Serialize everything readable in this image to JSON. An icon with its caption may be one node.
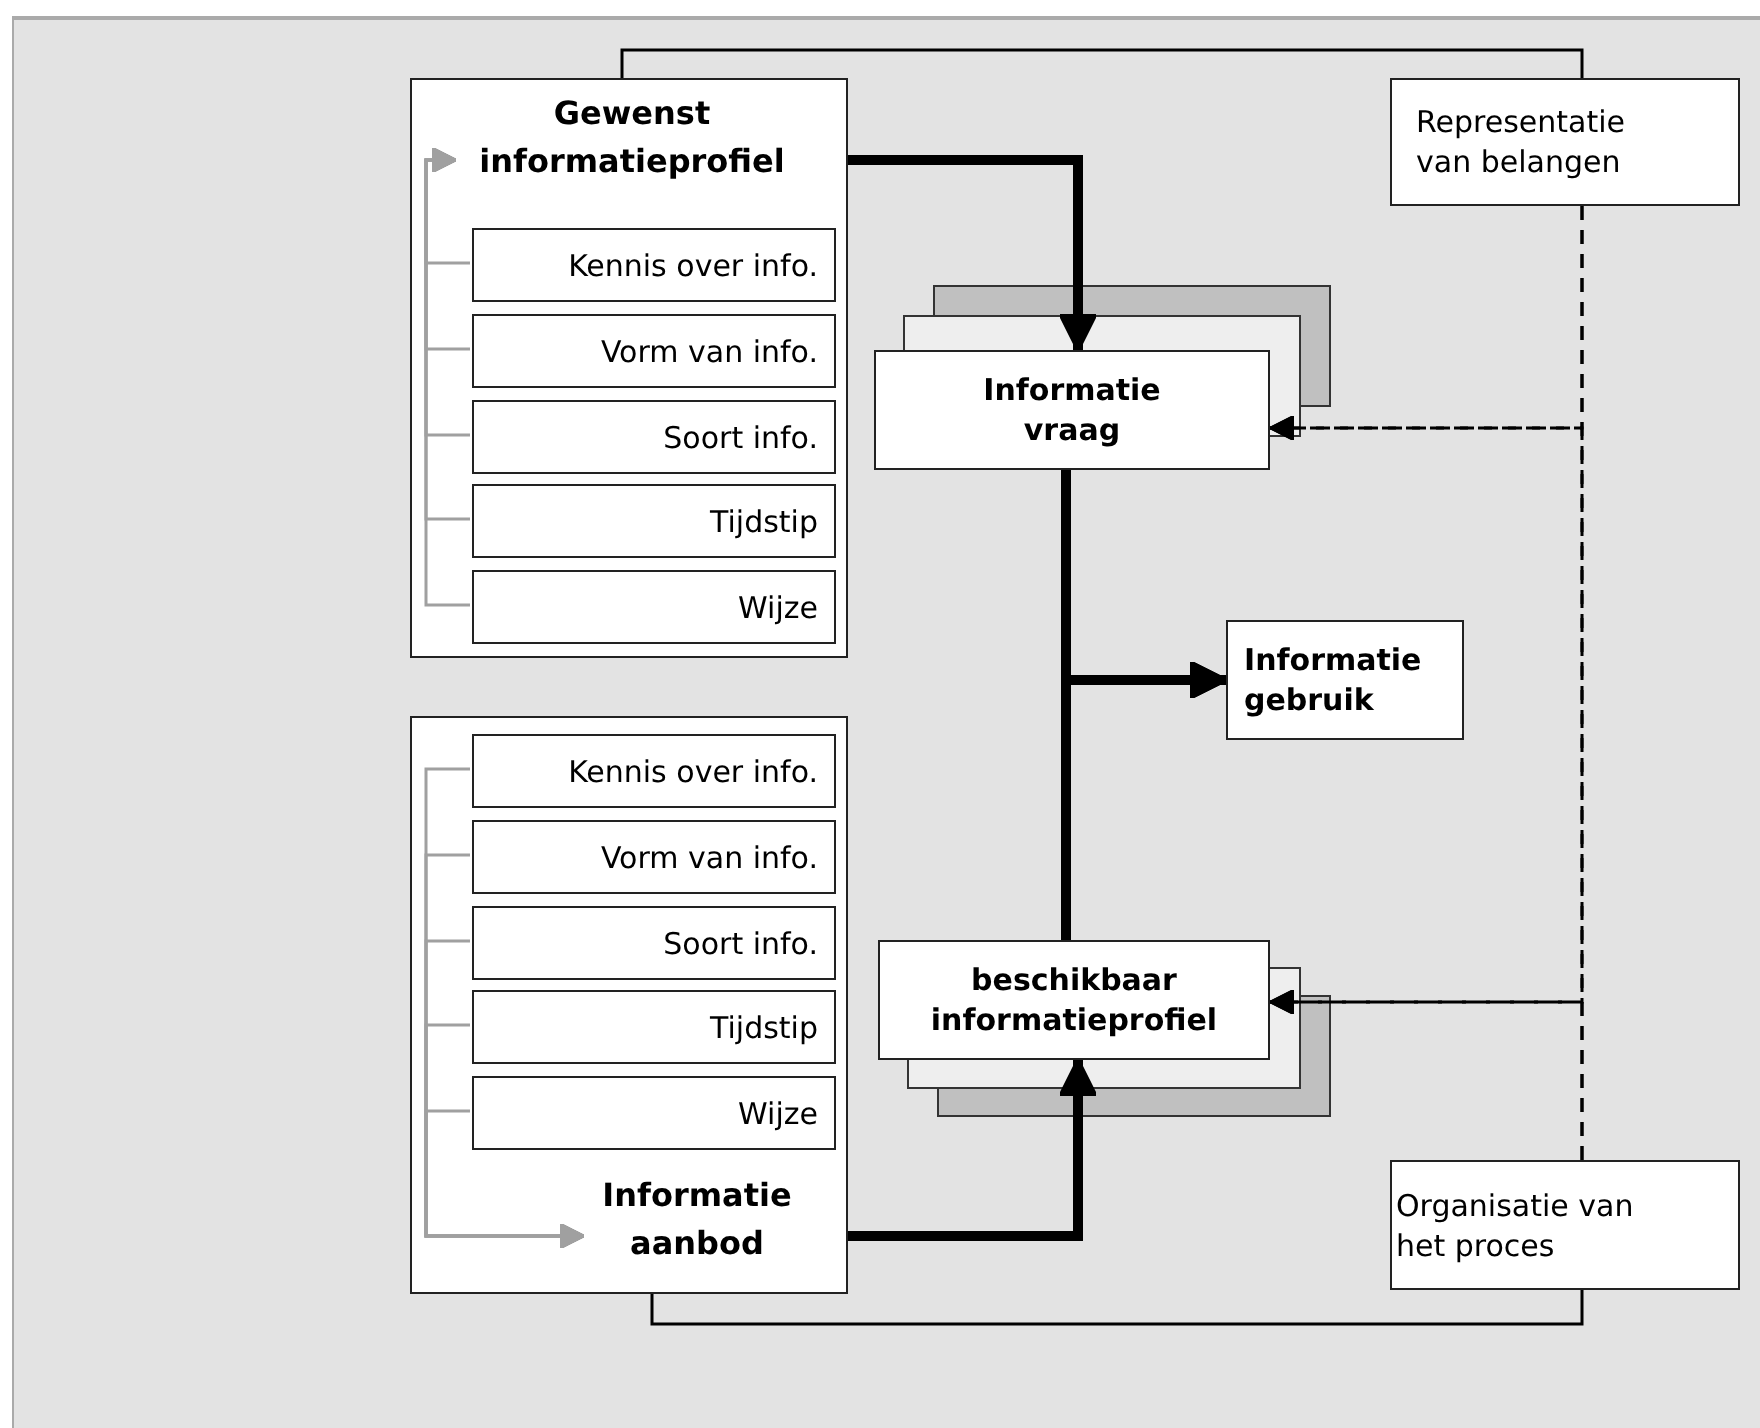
{
  "diagram": {
    "nodes": [
      {
        "text": [
          "Gewenst informatieprofiel"
        ]
      },
      {
        "text": [
          "Kennis over info."
        ],
        "in": 0
      },
      {
        "text": [
          "Vorm van info."
        ],
        "in": 0
      },
      {
        "text": [
          "Soort info."
        ],
        "in": 0
      },
      {
        "text": [
          "Tijdstip"
        ],
        "in": 0
      },
      {
        "text": [
          "Wijze"
        ],
        "in": 0
      },
      {
        "text": [
          "Informatie vraag"
        ]
      },
      {
        "text": [
          "Informatie gebruik"
        ]
      },
      {
        "text": [
          "Informatie aanbod"
        ]
      },
      {
        "text": [
          "Kennis over info."
        ],
        "in": 8
      },
      {
        "text": [
          "Vorm van info."
        ],
        "in": 8
      },
      {
        "text": [
          "Soort info."
        ],
        "in": 8
      },
      {
        "text": [
          "Tijdstip"
        ],
        "in": 8
      },
      {
        "text": [
          "Wijze"
        ],
        "in": 8
      },
      {
        "text": [
          "beschikbaar informatieprofiel"
        ]
      },
      {
        "text": [
          "Representatie van belangen"
        ]
      },
      {
        "text": [
          "Organisatie van het proces"
        ]
      }
    ],
    "edges": [
      {
        "from": 1,
        "to": 0,
        "arrow": "to",
        "color": "#a0a0a0"
      },
      {
        "from": 2,
        "to": 0,
        "arrow": "to",
        "color": "#a0a0a0"
      },
      {
        "from": 3,
        "to": 0,
        "arrow": "to",
        "color": "#a0a0a0"
      },
      {
        "from": 4,
        "to": 0,
        "arrow": "to",
        "color": "#a0a0a0"
      },
      {
        "from": 5,
        "to": 0,
        "arrow": "to",
        "color": "#a0a0a0"
      },
      {
        "from": 9,
        "to": 8,
        "arrow": "to",
        "color": "#a0a0a0"
      },
      {
        "from": 10,
        "to": 8,
        "arrow": "to",
        "color": "#a0a0a0"
      },
      {
        "from": 11,
        "to": 8,
        "arrow": "to",
        "color": "#a0a0a0"
      },
      {
        "from": 12,
        "to": 8,
        "arrow": "to",
        "color": "#a0a0a0"
      },
      {
        "from": 13,
        "to": 8,
        "arrow": "to",
        "color": "#a0a0a0"
      },
      {
        "from": 0,
        "to": 6,
        "arrow": "to",
        "style": "thick",
        "color": "#000000"
      },
      {
        "from": 6,
        "to": 7,
        "arrow": "to",
        "style": "thick",
        "color": "#000000"
      },
      {
        "from": 14,
        "to": 7,
        "arrow": "to",
        "style": "thick",
        "color": "#000000"
      },
      {
        "from": 8,
        "to": 14,
        "arrow": "to",
        "style": "thick",
        "color": "#000000"
      },
      {
        "from": 0,
        "to": 15,
        "arrow": "none",
        "color": "#000000"
      },
      {
        "from": 8,
        "to": 16,
        "arrow": "none",
        "color": "#000000"
      },
      {
        "from": 15,
        "to": 6,
        "arrow": "to",
        "style": "dashed",
        "color": "#000000"
      },
      {
        "from": 15,
        "to": 14,
        "arrow": "to",
        "style": "dashed",
        "color": "#000000"
      },
      {
        "from": 16,
        "to": 6,
        "arrow": "to",
        "style": "dashed",
        "color": "#000000"
      },
      {
        "from": 16,
        "to": 14,
        "arrow": "to",
        "style": "dashed",
        "color": "#000000"
      }
    ]
  }
}
